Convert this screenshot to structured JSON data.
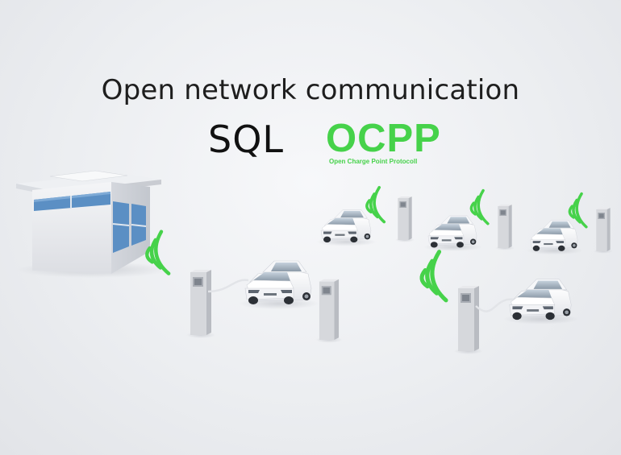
{
  "headline": "Open network communication",
  "protocols": {
    "sql": "SQL",
    "ocpp": "OCPP",
    "ocpp_full_name": "Open Charge Point Protocoll"
  },
  "colors": {
    "signal_green": "#46d24a",
    "ocpp_green": "#46d24a",
    "building_blue": "#5b8fc4",
    "charger_gray": "#d2d4d8"
  },
  "icons": [
    "central-server-building-icon",
    "charging-station-icon",
    "electric-car-icon",
    "wireless-signal-icon"
  ]
}
